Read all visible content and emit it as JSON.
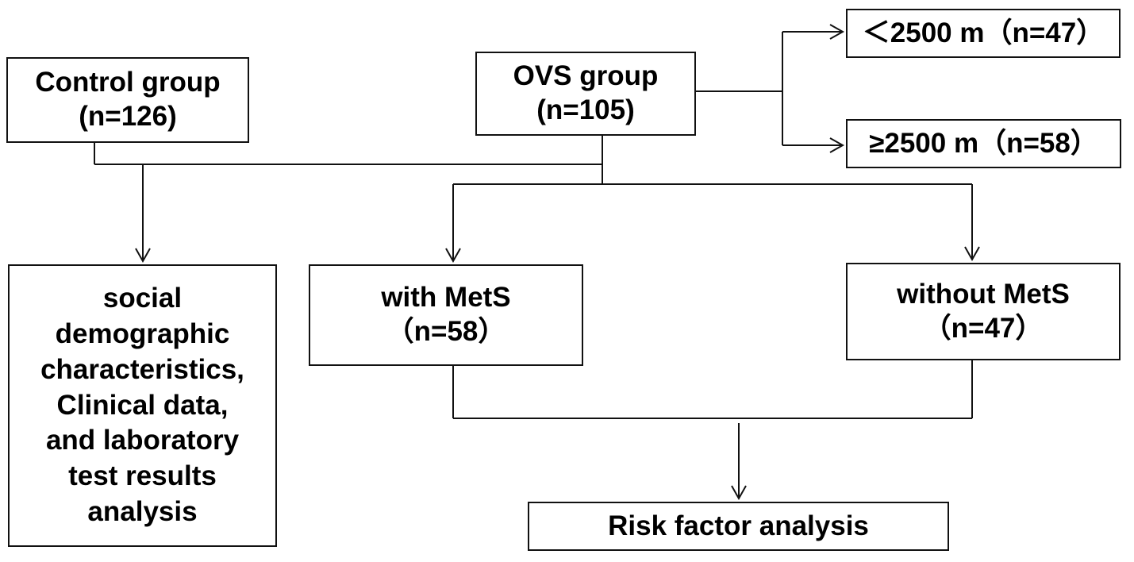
{
  "boxes": {
    "control": {
      "line1": "Control group",
      "line2": "(n=126)"
    },
    "ovs": {
      "line1": "OVS group",
      "line2": "(n=105)"
    },
    "altitude_low": {
      "label": "＜2500 m（n=47）"
    },
    "altitude_high": {
      "label": "≥2500 m（n=58）"
    },
    "social": {
      "lines": [
        "social",
        "demographic",
        "characteristics,",
        "Clinical data,",
        "and laboratory",
        "test results",
        "analysis"
      ]
    },
    "with_mets": {
      "line1": "with MetS",
      "line2": "（n=58）"
    },
    "without_mets": {
      "line1": "without MetS",
      "line2": "（n=47）"
    },
    "risk": {
      "label": "Risk factor analysis"
    }
  }
}
